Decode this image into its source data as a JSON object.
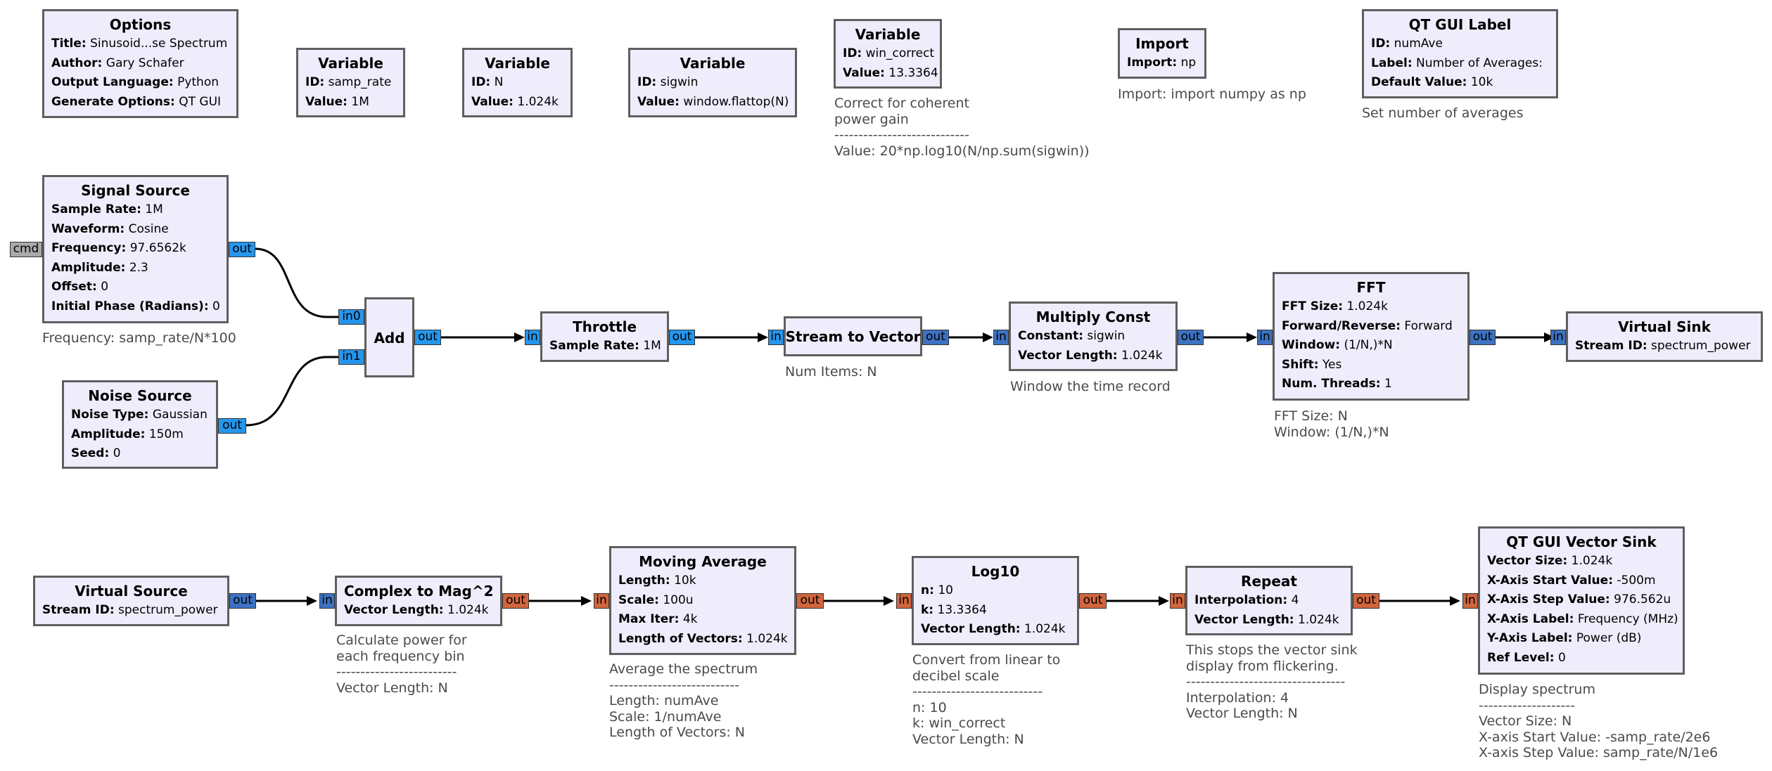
{
  "options": {
    "title": "Options",
    "rows": [
      {
        "k": "Title:",
        "v": "Sinusoid...se Spectrum"
      },
      {
        "k": "Author:",
        "v": "Gary Schafer"
      },
      {
        "k": "Output Language:",
        "v": "Python"
      },
      {
        "k": "Generate Options:",
        "v": "QT GUI"
      }
    ]
  },
  "var_samp_rate": {
    "title": "Variable",
    "rows": [
      {
        "k": "ID:",
        "v": "samp_rate"
      },
      {
        "k": "Value:",
        "v": "1M"
      }
    ]
  },
  "var_n": {
    "title": "Variable",
    "rows": [
      {
        "k": "ID:",
        "v": "N"
      },
      {
        "k": "Value:",
        "v": "1.024k"
      }
    ]
  },
  "var_sigwin": {
    "title": "Variable",
    "rows": [
      {
        "k": "ID:",
        "v": "sigwin"
      },
      {
        "k": "Value:",
        "v": "window.flattop(N)"
      }
    ]
  },
  "var_win_correct": {
    "title": "Variable",
    "rows": [
      {
        "k": "ID:",
        "v": "win_correct"
      },
      {
        "k": "Value:",
        "v": "13.3364"
      }
    ],
    "comment": [
      "Correct for coherent",
      "power gain",
      "----------------------------",
      "Value: 20*np.log10(N/np.sum(sigwin))"
    ]
  },
  "import": {
    "title": "Import",
    "rows": [
      {
        "k": "Import:",
        "v": "np"
      }
    ],
    "comment": [
      "Import: import numpy as np"
    ]
  },
  "qt_label": {
    "title": "QT GUI Label",
    "rows": [
      {
        "k": "ID:",
        "v": "numAve"
      },
      {
        "k": "Label:",
        "v": "Number of Averages:"
      },
      {
        "k": "Default Value:",
        "v": "10k"
      }
    ],
    "comment": [
      "Set number of averages"
    ]
  },
  "signal_source": {
    "title": "Signal Source",
    "rows": [
      {
        "k": "Sample Rate:",
        "v": "1M"
      },
      {
        "k": "Waveform:",
        "v": "Cosine"
      },
      {
        "k": "Frequency:",
        "v": "97.6562k"
      },
      {
        "k": "Amplitude:",
        "v": "2.3"
      },
      {
        "k": "Offset:",
        "v": "0"
      },
      {
        "k": "Initial Phase (Radians):",
        "v": "0"
      }
    ],
    "comment": [
      "Frequency: samp_rate/N*100"
    ],
    "port_cmd": "cmd",
    "port_out": "out"
  },
  "noise_source": {
    "title": "Noise Source",
    "rows": [
      {
        "k": "Noise Type:",
        "v": "Gaussian"
      },
      {
        "k": "Amplitude:",
        "v": "150m"
      },
      {
        "k": "Seed:",
        "v": "0"
      }
    ],
    "port_out": "out"
  },
  "add": {
    "title": "Add",
    "port_in0": "in0",
    "port_in1": "in1",
    "port_out": "out"
  },
  "throttle": {
    "title": "Throttle",
    "rows": [
      {
        "k": "Sample Rate:",
        "v": "1M"
      }
    ],
    "port_in": "in",
    "port_out": "out"
  },
  "stream_to_vector": {
    "title": "Stream to Vector",
    "comment": [
      "Num Items: N"
    ],
    "port_in": "in",
    "port_out": "out"
  },
  "multiply_const": {
    "title": "Multiply Const",
    "rows": [
      {
        "k": "Constant:",
        "v": "sigwin"
      },
      {
        "k": "Vector Length:",
        "v": "1.024k"
      }
    ],
    "comment": [
      "Window the time record"
    ],
    "port_in": "in",
    "port_out": "out"
  },
  "fft": {
    "title": "FFT",
    "rows": [
      {
        "k": "FFT Size:",
        "v": "1.024k"
      },
      {
        "k": "Forward/Reverse:",
        "v": "Forward"
      },
      {
        "k": "Window:",
        "v": "(1/N,)*N"
      },
      {
        "k": "Shift:",
        "v": "Yes"
      },
      {
        "k": "Num. Threads:",
        "v": "1"
      }
    ],
    "comment": [
      "FFT Size: N",
      "Window: (1/N,)*N"
    ],
    "port_in": "in",
    "port_out": "out"
  },
  "virtual_sink": {
    "title": "Virtual Sink",
    "rows": [
      {
        "k": "Stream ID:",
        "v": "spectrum_power"
      }
    ],
    "port_in": "in"
  },
  "virtual_source": {
    "title": "Virtual Source",
    "rows": [
      {
        "k": "Stream ID:",
        "v": "spectrum_power"
      }
    ],
    "port_out": "out"
  },
  "complex_mag": {
    "title": "Complex to Mag^2",
    "rows": [
      {
        "k": "Vector Length:",
        "v": "1.024k"
      }
    ],
    "comment": [
      "Calculate power for",
      "each frequency bin",
      "-------------------------",
      "Vector Length: N"
    ],
    "port_in": "in",
    "port_out": "out"
  },
  "moving_average": {
    "title": "Moving Average",
    "rows": [
      {
        "k": "Length:",
        "v": "10k"
      },
      {
        "k": "Scale:",
        "v": "100u"
      },
      {
        "k": "Max Iter:",
        "v": "4k"
      },
      {
        "k": "Length of Vectors:",
        "v": "1.024k"
      }
    ],
    "comment": [
      "Average the spectrum",
      "---------------------------",
      "Length: numAve",
      "Scale: 1/numAve",
      "Length of Vectors: N"
    ],
    "port_in": "in",
    "port_out": "out"
  },
  "log10": {
    "title": "Log10",
    "rows": [
      {
        "k": "n:",
        "v": "10"
      },
      {
        "k": "k:",
        "v": "13.3364"
      },
      {
        "k": "Vector Length:",
        "v": "1.024k"
      }
    ],
    "comment": [
      "Convert from linear to",
      "decibel scale",
      "---------------------------",
      "n: 10",
      "k: win_correct",
      "Vector Length: N"
    ],
    "port_in": "in",
    "port_out": "out"
  },
  "repeat": {
    "title": "Repeat",
    "rows": [
      {
        "k": "Interpolation:",
        "v": "4"
      },
      {
        "k": "Vector Length:",
        "v": "1.024k"
      }
    ],
    "comment": [
      "This stops the vector sink",
      "display from flickering.",
      "---------------------------------",
      "Interpolation: 4",
      "Vector Length: N"
    ],
    "port_in": "in",
    "port_out": "out"
  },
  "qt_vector_sink": {
    "title": "QT GUI Vector Sink",
    "rows": [
      {
        "k": "Vector Size:",
        "v": "1.024k"
      },
      {
        "k": "X-Axis Start Value:",
        "v": "-500m"
      },
      {
        "k": "X-Axis Step Value:",
        "v": "976.562u"
      },
      {
        "k": "X-Axis Label:",
        "v": "Frequency (MHz)"
      },
      {
        "k": "Y-Axis Label:",
        "v": "Power (dB)"
      },
      {
        "k": "Ref Level:",
        "v": "0"
      }
    ],
    "comment": [
      "Display spectrum",
      "--------------------",
      "Vector Size: N",
      "X-axis Start Value: -samp_rate/2e6",
      "X-axis Step Value: samp_rate/N/1e6"
    ],
    "port_in": "in"
  },
  "colors": {
    "block_fill": "#efedfc",
    "block_border": "#5f5f5f",
    "port_complex": "#2596ec",
    "port_complex_vector": "#3d72c2",
    "port_float_vector": "#d0653e",
    "port_message": "#a9a9a9",
    "wire": "#000000"
  }
}
